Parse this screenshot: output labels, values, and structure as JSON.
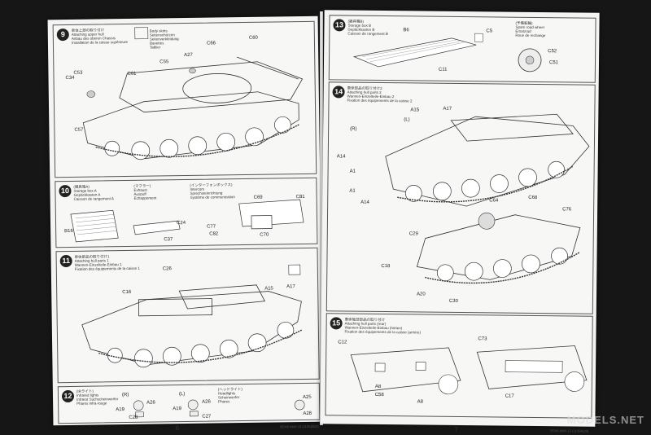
{
  "steps": {
    "s9": {
      "num": "9",
      "cap": [
        "車体上部の取り付け",
        "Attaching upper hull",
        "Anbau des oberen Chassis",
        "Installation de la caisse supérieure"
      ],
      "parts": [
        "C60",
        "C66",
        "C55",
        "A27",
        "C53",
        "C34",
        "C61",
        "C57"
      ],
      "callout": [
        "Body skirts",
        "Seitenschürzen",
        "Seitenverkleidung",
        "Bavettes",
        "Tablier"
      ]
    },
    "s10": {
      "num": "10",
      "cap": [
        "(雑具箱A)",
        "Storage box A",
        "Gepäckkasten A",
        "Caisson de rangement A"
      ],
      "cap2": [
        "(マフラー)",
        "Exhaust",
        "Auspuff",
        "Échappement"
      ],
      "cap3": [
        "(インターフォンボックス)",
        "Intercom",
        "Sprechsteinrichtung",
        "Système de communication"
      ],
      "parts": [
        "C69",
        "C81",
        "B16",
        "C24",
        "C77",
        "C82",
        "C37",
        "C70"
      ]
    },
    "s11": {
      "num": "11",
      "cap": [
        "車体部品の取り付け1",
        "Attaching hull parts 1",
        "Wannen-Einzelteile-Einbau 1",
        "Fixation des équipements de la caisse 1"
      ],
      "parts": [
        "C26",
        "C16",
        "A15",
        "A17"
      ]
    },
    "s12": {
      "num": "12",
      "cap": [
        "(IRライト)",
        "Infrared lights",
        "Infrarot Suchscheinwerfer",
        "Phares infra-rouge"
      ],
      "cap2": [
        "(ヘッドライト)",
        "Headlights",
        "Scheinwerfer",
        "Phares"
      ],
      "parts": [
        "(R)",
        "(L)",
        "A26",
        "A19",
        "A26",
        "A19",
        "C28",
        "C27",
        "A25",
        "A28"
      ]
    },
    "s13": {
      "num": "13",
      "cap": [
        "(雑具箱B)",
        "Storage box B",
        "Gepäckkasten B",
        "Caisson de rangement B"
      ],
      "cap2": [
        "(予備転輪)",
        "Spare road wheel",
        "Ersatzrad",
        "Roue de rechange"
      ],
      "parts": [
        "B6",
        "C5",
        "C11",
        "C52",
        "C51"
      ]
    },
    "s14": {
      "num": "14",
      "cap": [
        "車体部品の取り付け2",
        "Attaching hull parts 2",
        "Wannen-Einzelteile-Einbau 2",
        "Fixation des équipements de la caisse 2"
      ],
      "parts": [
        "A15",
        "A17",
        "(R)",
        "(L)",
        "A14",
        "A1",
        "A14",
        "A1",
        "C64",
        "C68",
        "C76",
        "C29",
        "C18",
        "A20",
        "C30"
      ]
    },
    "s15": {
      "num": "15",
      "cap": [
        "車体後部部品の取り付け",
        "Attaching hull parts (rear)",
        "Wannen-Einzelteile-Einbau (hinten)",
        "Fixation des équipements de la caisse (arrière)"
      ],
      "parts": [
        "C12",
        "C73",
        "A8",
        "C58",
        "A8",
        "C17"
      ]
    }
  },
  "page_left_no": "6",
  "page_right_no": "7",
  "footer_left": "35349 AMX-13 (11054623)",
  "footer_right": "35349 AMX-13 (11054623)",
  "watermark": "MODELS.NET"
}
